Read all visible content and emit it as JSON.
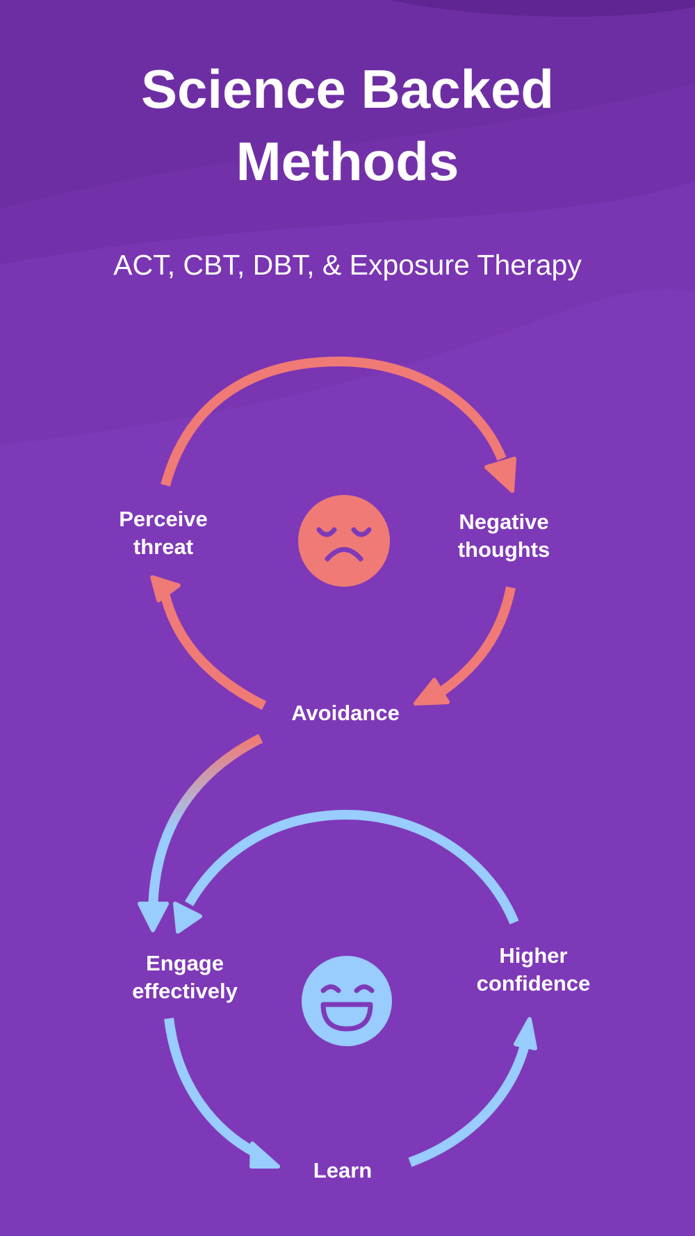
{
  "header": {
    "title_line1": "Science Backed",
    "title_line2": "Methods",
    "subtitle": "ACT, CBT, DBT, & Exposure Therapy"
  },
  "colors": {
    "background": "#7e39b8",
    "background_dark": "#6b2aa0",
    "negative_cycle": "#f07a76",
    "positive_cycle": "#99ccff",
    "text": "#ffffff"
  },
  "negative_cycle": {
    "icon": "sad-face-icon",
    "nodes": [
      {
        "label_line1": "Perceive",
        "label_line2": "threat"
      },
      {
        "label_line1": "Negative",
        "label_line2": "thoughts"
      },
      {
        "label_line1": "Avoidance",
        "label_line2": ""
      }
    ]
  },
  "positive_cycle": {
    "icon": "laughing-face-icon",
    "nodes": [
      {
        "label_line1": "Engage",
        "label_line2": "effectively"
      },
      {
        "label_line1": "Learn",
        "label_line2": ""
      },
      {
        "label_line1": "Higher",
        "label_line2": "confidence"
      }
    ]
  }
}
